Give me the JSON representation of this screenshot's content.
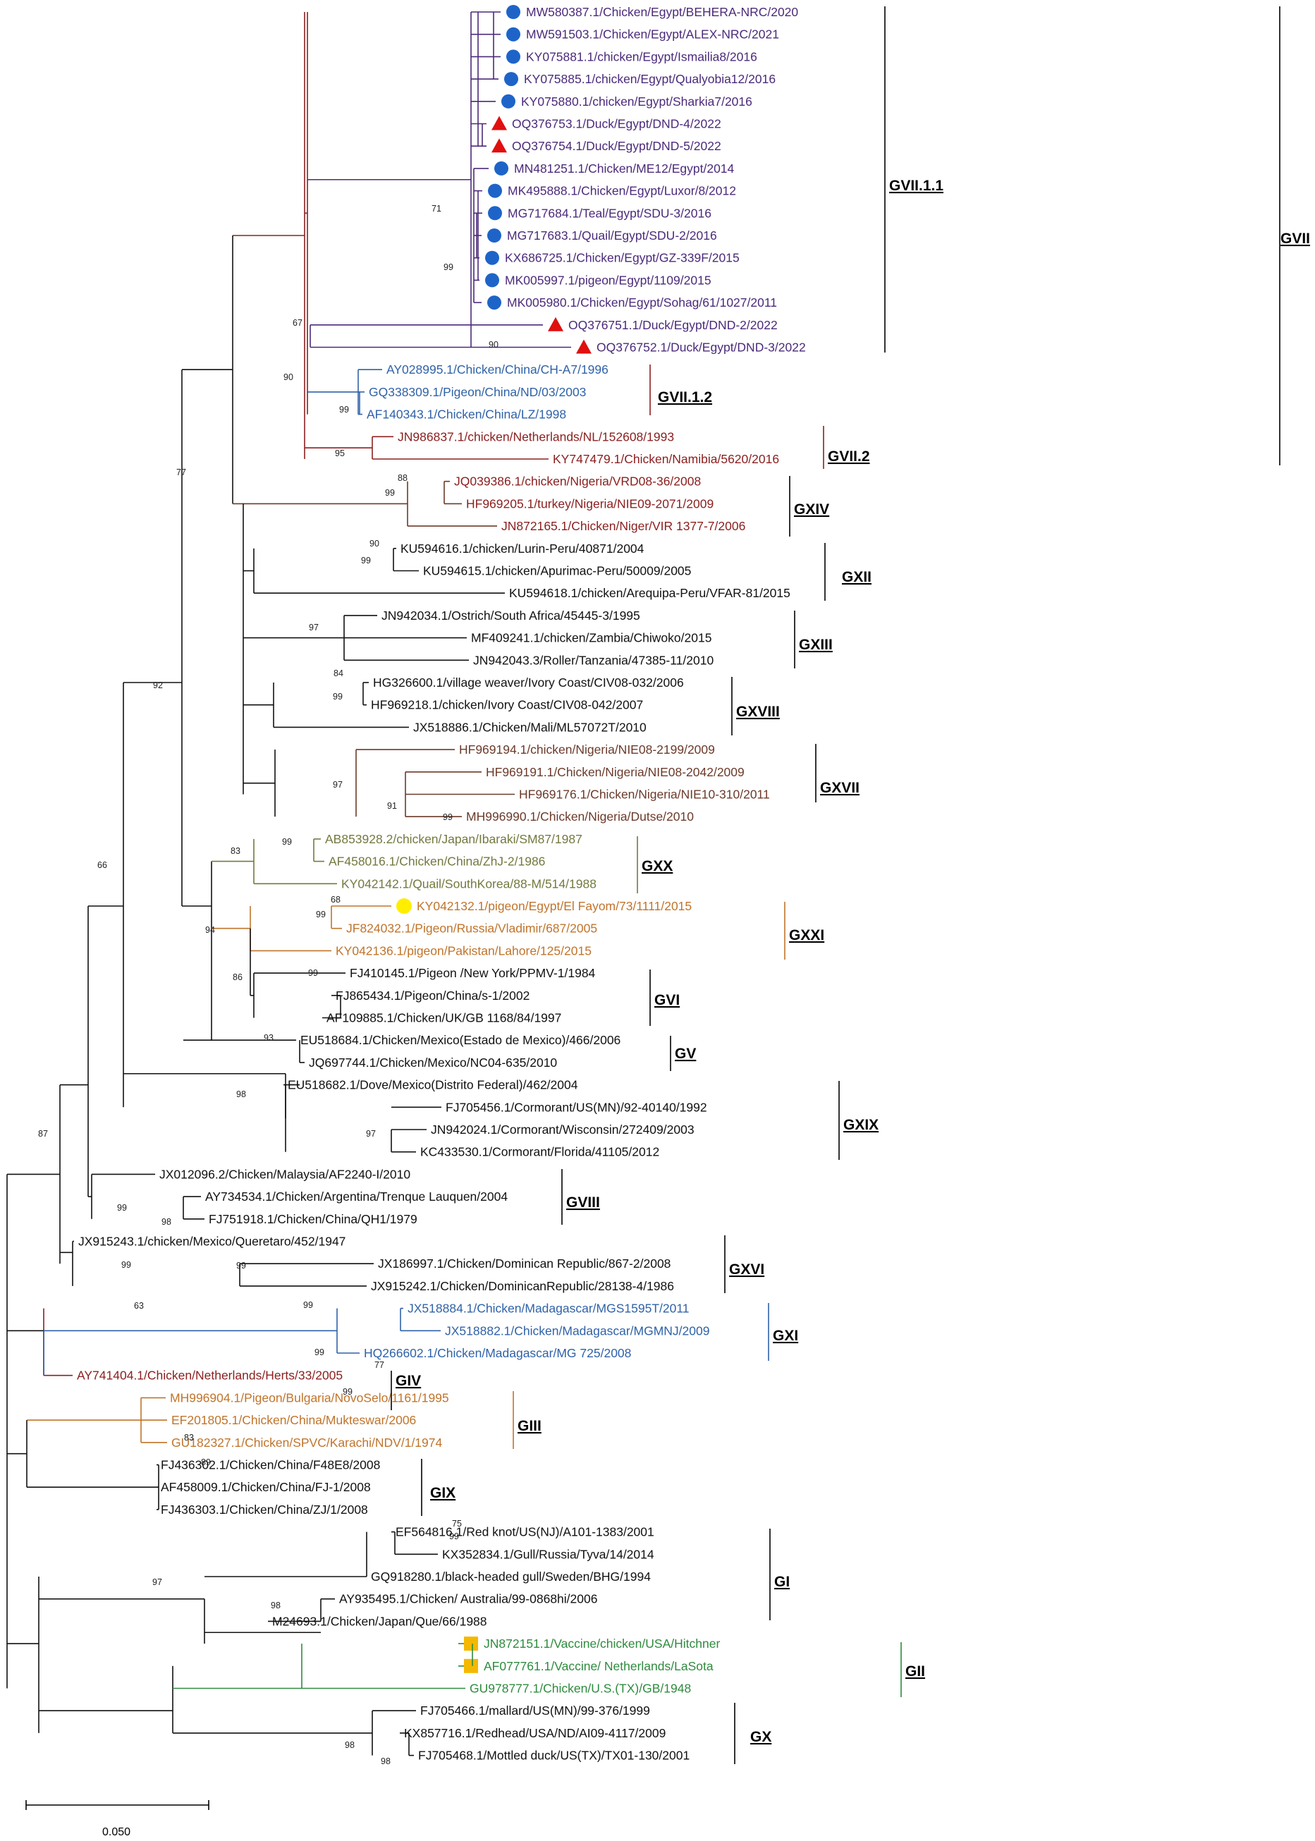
{
  "colors": {
    "purple": "#4B2A7A",
    "blue": "#2F62A8",
    "darkred": "#8B2020",
    "olive": "#74793F",
    "orange": "#C0742B",
    "green": "#2E8B3E",
    "brown": "#6B3A2A",
    "black": "#111111",
    "marker_circle": "#1E64C8",
    "marker_triangle": "#E01010",
    "marker_yellow": "#FFEE00",
    "marker_square": "#F5B800"
  },
  "leaves": [
    {
      "label": "MW580387.1/Chicken/Egypt/BEHERA-NRC/2020",
      "color": "purple",
      "marker": "circle"
    },
    {
      "label": "MW591503.1/Chicken/Egypt/ALEX-NRC/2021",
      "color": "purple",
      "marker": "circle"
    },
    {
      "label": "KY075881.1/chicken/Egypt/Ismailia8/2016",
      "color": "purple",
      "marker": "circle"
    },
    {
      "label": "KY075885.1/chicken/Egypt/Qualyobia12/2016",
      "color": "purple",
      "marker": "circle"
    },
    {
      "label": "KY075880.1/chicken/Egypt/Sharkia7/2016",
      "color": "purple",
      "marker": "circle"
    },
    {
      "label": "OQ376753.1/Duck/Egypt/DND-4/2022",
      "color": "purple",
      "marker": "triangle"
    },
    {
      "label": "OQ376754.1/Duck/Egypt/DND-5/2022",
      "color": "purple",
      "marker": "triangle"
    },
    {
      "label": "MN481251.1/Chicken/ME12/Egypt/2014",
      "color": "purple",
      "marker": "circle"
    },
    {
      "label": "MK495888.1/Chicken/Egypt/Luxor/8/2012",
      "color": "purple",
      "marker": "circle"
    },
    {
      "label": "MG717684.1/Teal/Egypt/SDU-3/2016",
      "color": "purple",
      "marker": "circle"
    },
    {
      "label": "MG717683.1/Quail/Egypt/SDU-2/2016",
      "color": "purple",
      "marker": "circle"
    },
    {
      "label": "KX686725.1/Chicken/Egypt/GZ-339F/2015",
      "color": "purple",
      "marker": "circle"
    },
    {
      "label": "MK005997.1/pigeon/Egypt/1109/2015",
      "color": "purple",
      "marker": "circle"
    },
    {
      "label": "MK005980.1/Chicken/Egypt/Sohag/61/1027/2011",
      "color": "purple",
      "marker": "circle"
    },
    {
      "label": "OQ376751.1/Duck/Egypt/DND-2/2022",
      "color": "purple",
      "marker": "triangle"
    },
    {
      "label": "OQ376752.1/Duck/Egypt/DND-3/2022",
      "color": "purple",
      "marker": "triangle"
    },
    {
      "label": "AY028995.1/Chicken/China/CH-A7/1996",
      "color": "blue",
      "marker": ""
    },
    {
      "label": "GQ338309.1/Pigeon/China/ND/03/2003",
      "color": "blue",
      "marker": ""
    },
    {
      "label": "AF140343.1/Chicken/China/LZ/1998",
      "color": "blue",
      "marker": ""
    },
    {
      "label": "JN986837.1/chicken/Netherlands/NL/152608/1993",
      "color": "darkred",
      "marker": ""
    },
    {
      "label": "KY747479.1/Chicken/Namibia/5620/2016",
      "color": "darkred",
      "marker": ""
    },
    {
      "label": "JQ039386.1/chicken/Nigeria/VRD08-36/2008",
      "color": "darkred",
      "marker": ""
    },
    {
      "label": "HF969205.1/turkey/Nigeria/NIE09-2071/2009",
      "color": "darkred",
      "marker": ""
    },
    {
      "label": "JN872165.1/Chicken/Niger/VIR 1377-7/2006",
      "color": "darkred",
      "marker": ""
    },
    {
      "label": "KU594616.1/chicken/Lurin-Peru/40871/2004",
      "color": "black",
      "marker": ""
    },
    {
      "label": "KU594615.1/chicken/Apurimac-Peru/50009/2005",
      "color": "black",
      "marker": ""
    },
    {
      "label": "KU594618.1/chicken/Arequipa-Peru/VFAR-81/2015",
      "color": "black",
      "marker": ""
    },
    {
      "label": "JN942034.1/Ostrich/South Africa/45445-3/1995",
      "color": "black",
      "marker": ""
    },
    {
      "label": "MF409241.1/chicken/Zambia/Chiwoko/2015",
      "color": "black",
      "marker": ""
    },
    {
      "label": "JN942043.3/Roller/Tanzania/47385-11/2010",
      "color": "black",
      "marker": ""
    },
    {
      "label": "HG326600.1/village weaver/Ivory Coast/CIV08-032/2006",
      "color": "black",
      "marker": ""
    },
    {
      "label": "HF969218.1/chicken/Ivory Coast/CIV08-042/2007",
      "color": "black",
      "marker": ""
    },
    {
      "label": "JX518886.1/Chicken/Mali/ML57072T/2010",
      "color": "black",
      "marker": ""
    },
    {
      "label": "HF969194.1/chicken/Nigeria/NIE08-2199/2009",
      "color": "brown",
      "marker": ""
    },
    {
      "label": "HF969191.1/Chicken/Nigeria/NIE08-2042/2009",
      "color": "brown",
      "marker": ""
    },
    {
      "label": "HF969176.1/Chicken/Nigeria/NIE10-310/2011",
      "color": "brown",
      "marker": ""
    },
    {
      "label": "MH996990.1/Chicken/Nigeria/Dutse/2010",
      "color": "brown",
      "marker": ""
    },
    {
      "label": "AB853928.2/chicken/Japan/Ibaraki/SM87/1987",
      "color": "olive",
      "marker": ""
    },
    {
      "label": "AF458016.1/Chicken/China/ZhJ-2/1986",
      "color": "olive",
      "marker": ""
    },
    {
      "label": "KY042142.1/Quail/SouthKorea/88-M/514/1988",
      "color": "olive",
      "marker": ""
    },
    {
      "label": "KY042132.1/pigeon/Egypt/El Fayom/73/1111/2015",
      "color": "orange",
      "marker": "yellow"
    },
    {
      "label": "JF824032.1/Pigeon/Russia/Vladimir/687/2005",
      "color": "orange",
      "marker": ""
    },
    {
      "label": "KY042136.1/pigeon/Pakistan/Lahore/125/2015",
      "color": "orange",
      "marker": ""
    },
    {
      "label": "FJ410145.1/Pigeon /New York/PPMV-1/1984",
      "color": "black",
      "marker": ""
    },
    {
      "label": "FJ865434.1/Pigeon/China/s-1/2002",
      "color": "black",
      "marker": ""
    },
    {
      "label": "AF109885.1/Chicken/UK/GB 1168/84/1997",
      "color": "black",
      "marker": ""
    },
    {
      "label": "EU518684.1/Chicken/Mexico(Estado de Mexico)/466/2006",
      "color": "black",
      "marker": ""
    },
    {
      "label": "JQ697744.1/Chicken/Mexico/NC04-635/2010",
      "color": "black",
      "marker": ""
    },
    {
      "label": "EU518682.1/Dove/Mexico(Distrito Federal)/462/2004",
      "color": "black",
      "marker": ""
    },
    {
      "label": "FJ705456.1/Cormorant/US(MN)/92-40140/1992",
      "color": "black",
      "marker": ""
    },
    {
      "label": "JN942024.1/Cormorant/Wisconsin/272409/2003",
      "color": "black",
      "marker": ""
    },
    {
      "label": "KC433530.1/Cormorant/Florida/41105/2012",
      "color": "black",
      "marker": ""
    },
    {
      "label": "JX012096.2/Chicken/Malaysia/AF2240-I/2010",
      "color": "black",
      "marker": ""
    },
    {
      "label": "AY734534.1/Chicken/Argentina/Trenque Lauquen/2004",
      "color": "black",
      "marker": ""
    },
    {
      "label": "FJ751918.1/Chicken/China/QH1/1979",
      "color": "black",
      "marker": ""
    },
    {
      "label": "JX915243.1/chicken/Mexico/Queretaro/452/1947",
      "color": "black",
      "marker": ""
    },
    {
      "label": "JX186997.1/Chicken/Dominican Republic/867-2/2008",
      "color": "black",
      "marker": ""
    },
    {
      "label": "JX915242.1/Chicken/DominicanRepublic/28138-4/1986",
      "color": "black",
      "marker": ""
    },
    {
      "label": "JX518884.1/Chicken/Madagascar/MGS1595T/2011",
      "color": "blue",
      "marker": ""
    },
    {
      "label": "JX518882.1/Chicken/Madagascar/MGMNJ/2009",
      "color": "blue",
      "marker": ""
    },
    {
      "label": "HQ266602.1/Chicken/Madagascar/MG 725/2008",
      "color": "blue",
      "marker": ""
    },
    {
      "label": "AY741404.1/Chicken/Netherlands/Herts/33/2005",
      "color": "darkred",
      "marker": ""
    },
    {
      "label": "MH996904.1/Pigeon/Bulgaria/NovoSelo/1161/1995",
      "color": "orange",
      "marker": ""
    },
    {
      "label": "EF201805.1/Chicken/China/Mukteswar/2006",
      "color": "orange",
      "marker": ""
    },
    {
      "label": "GU182327.1/Chicken/SPVC/Karachi/NDV/1/1974",
      "color": "orange",
      "marker": ""
    },
    {
      "label": "FJ436302.1/Chicken/China/F48E8/2008",
      "color": "black",
      "marker": ""
    },
    {
      "label": "AF458009.1/Chicken/China/FJ-1/2008",
      "color": "black",
      "marker": ""
    },
    {
      "label": "FJ436303.1/Chicken/China/ZJ/1/2008",
      "color": "black",
      "marker": ""
    },
    {
      "label": "EF564816.1/Red knot/US(NJ)/A101-1383/2001",
      "color": "black",
      "marker": ""
    },
    {
      "label": "KX352834.1/Gull/Russia/Tyva/14/2014",
      "color": "black",
      "marker": ""
    },
    {
      "label": "GQ918280.1/black-headed gull/Sweden/BHG/1994",
      "color": "black",
      "marker": ""
    },
    {
      "label": "AY935495.1/Chicken/ Australia/99-0868hi/2006",
      "color": "black",
      "marker": ""
    },
    {
      "label": "M24693.1/Chicken/Japan/Que/66/1988",
      "color": "black",
      "marker": ""
    },
    {
      "label": "JN872151.1/Vaccine/chicken/USA/Hitchner",
      "color": "green",
      "marker": "square"
    },
    {
      "label": "AF077761.1/Vaccine/ Netherlands/LaSota",
      "color": "green",
      "marker": "square"
    },
    {
      "label": "GU978777.1/Chicken/U.S.(TX)/GB/1948",
      "color": "green",
      "marker": ""
    },
    {
      "label": "FJ705466.1/mallard/US(MN)/99-376/1999",
      "color": "black",
      "marker": ""
    },
    {
      "label": "KX857716.1/Redhead/USA/ND/AI09-4117/2009",
      "color": "black",
      "marker": ""
    },
    {
      "label": "FJ705468.1/Mottled duck/US(TX)/TX01-130/2001",
      "color": "black",
      "marker": ""
    }
  ],
  "genotypes": [
    {
      "label": "GVII.1.1"
    },
    {
      "label": "GVII.1.2"
    },
    {
      "label": "GVII.2"
    },
    {
      "label": "GVII"
    },
    {
      "label": "GXIV"
    },
    {
      "label": "GXII"
    },
    {
      "label": "GXIII"
    },
    {
      "label": "GXVIII"
    },
    {
      "label": "GXVII"
    },
    {
      "label": "GXX"
    },
    {
      "label": "GXXI"
    },
    {
      "label": "GVI"
    },
    {
      "label": "GV"
    },
    {
      "label": "GXIX"
    },
    {
      "label": "GVIII"
    },
    {
      "label": "GXVI"
    },
    {
      "label": "GXI"
    },
    {
      "label": "GIV"
    },
    {
      "label": "GIII"
    },
    {
      "label": "GIX"
    },
    {
      "label": "GI"
    },
    {
      "label": "GII"
    },
    {
      "label": "GX"
    }
  ],
  "bootstrap": [
    "71",
    "99",
    "67",
    "90",
    "90",
    "99",
    "95",
    "77",
    "88",
    "99",
    "90",
    "99",
    "97",
    "84",
    "99",
    "97",
    "91",
    "99",
    "99",
    "83",
    "68",
    "99",
    "94",
    "99",
    "86",
    "93",
    "98",
    "97",
    "92",
    "66",
    "99",
    "98",
    "99",
    "87",
    "99",
    "99",
    "99",
    "63",
    "77",
    "99",
    "83",
    "89",
    "75",
    "99",
    "97",
    "98",
    "98",
    "98"
  ],
  "scale_bar": {
    "label": "0.050"
  }
}
